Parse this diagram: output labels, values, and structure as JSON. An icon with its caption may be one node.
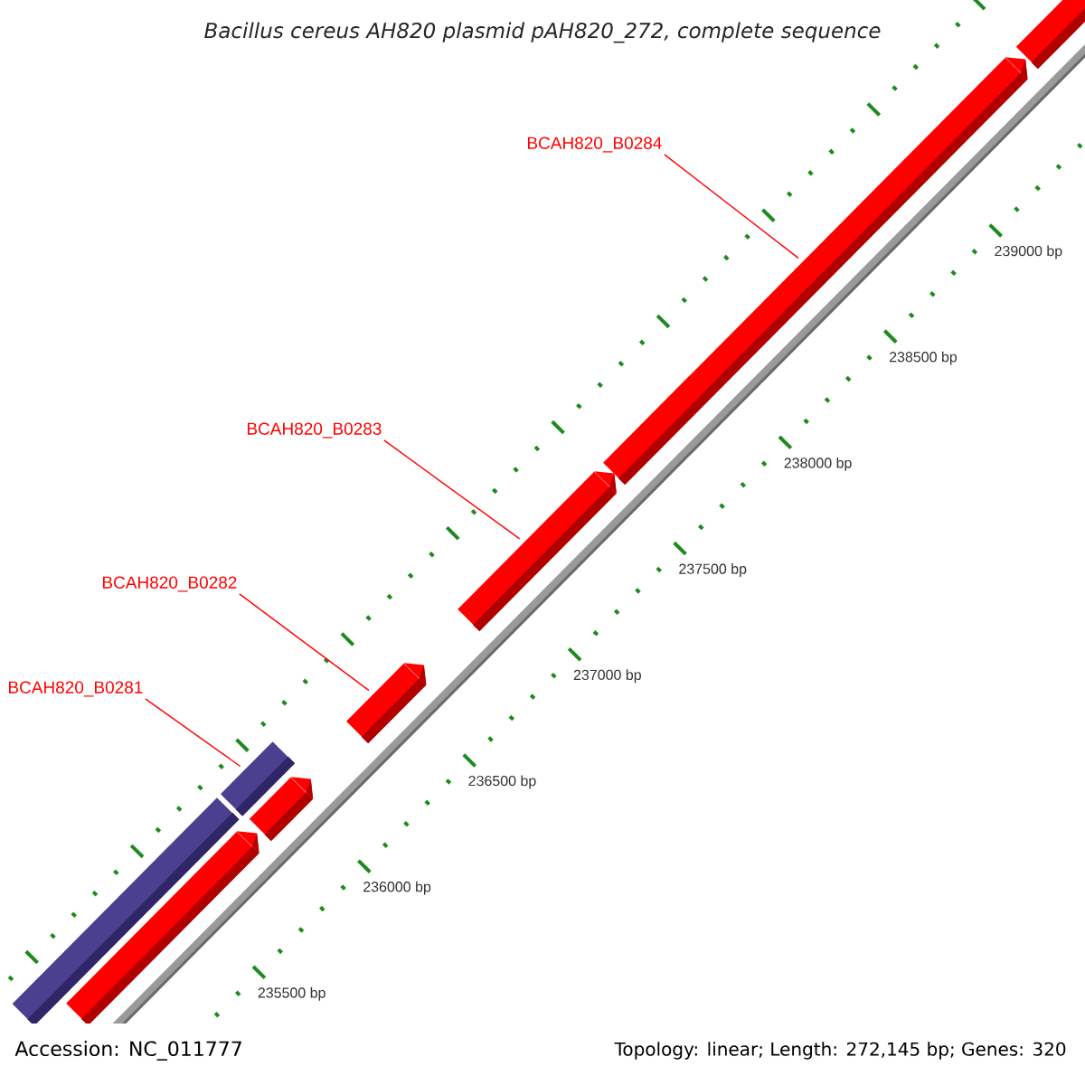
{
  "diagram": {
    "title": "Bacillus cereus AH820 plasmid pAH820_272, complete sequence",
    "nodes": [
      {
        "text": [
          "BCAH820_B0284"
        ]
      },
      {
        "text": [
          "BCAH820_B0283"
        ]
      },
      {
        "text": [
          "BCAH820_B0282"
        ]
      },
      {
        "text": [
          "BCAH820_B0281"
        ]
      },
      {
        "text": [],
        "shape": "bar"
      },
      {
        "text": [],
        "shape": "pentagon"
      },
      {
        "text": [],
        "shape": "bar"
      },
      {
        "text": [],
        "shape": "pentagon"
      },
      {
        "text": [],
        "shape": "pentagon"
      },
      {
        "text": [],
        "shape": "pentagon"
      },
      {
        "text": [],
        "shape": "pentagon"
      },
      {
        "text": [],
        "shape": "pentagon"
      }
    ],
    "edges": [
      {
        "from": 0,
        "to": 10,
        "arrow": "none"
      },
      {
        "from": 1,
        "to": 9,
        "arrow": "none"
      },
      {
        "from": 2,
        "to": 8,
        "arrow": "none"
      },
      {
        "from": 3,
        "to": 6,
        "arrow": "none"
      }
    ],
    "labels": [
      "239000 bp",
      "238500 bp",
      "238000 bp",
      "237500 bp",
      "237000 bp",
      "236500 bp",
      "236000 bp",
      "235500 bp",
      "Accession: NC_011777",
      "Topology: linear; Length: 272,145 bp; Genes: 320"
    ]
  }
}
